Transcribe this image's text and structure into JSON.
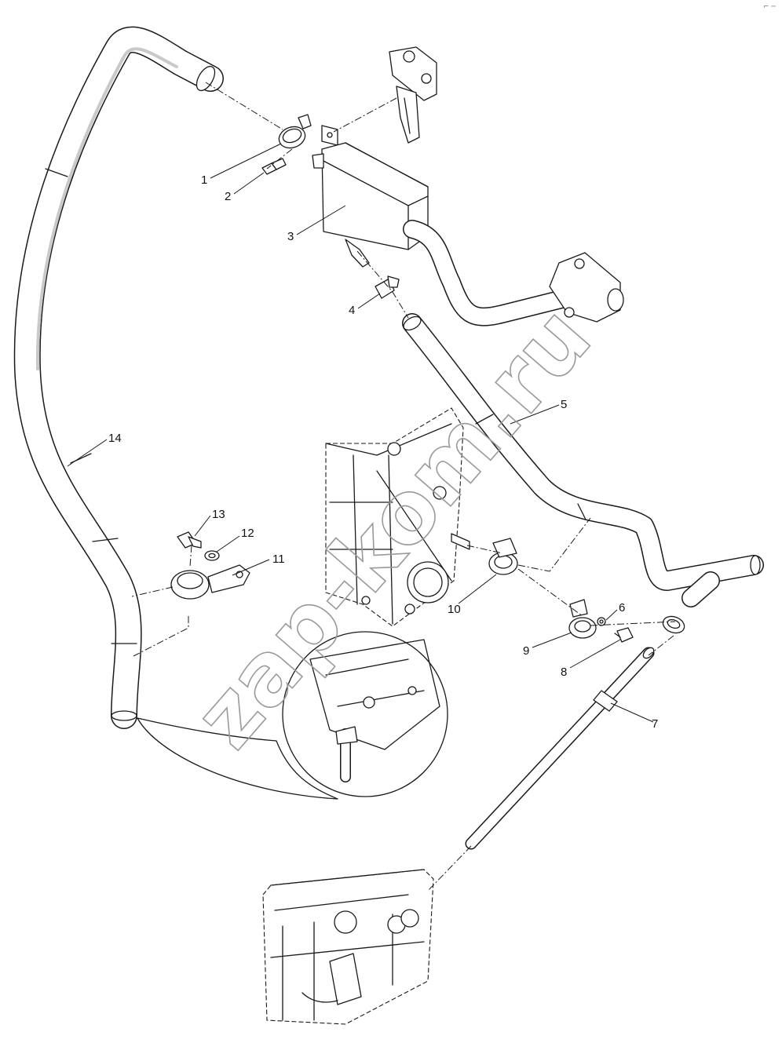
{
  "figure": {
    "kind": "exploded parts diagram",
    "watermark": "zap-kom.ru",
    "corner_mark": "⌐ ─"
  },
  "callouts": [
    {
      "number": "1"
    },
    {
      "number": "2"
    },
    {
      "number": "3"
    },
    {
      "number": "4"
    },
    {
      "number": "5"
    },
    {
      "number": "6"
    },
    {
      "number": "7"
    },
    {
      "number": "8"
    },
    {
      "number": "9"
    },
    {
      "number": "10"
    },
    {
      "number": "11"
    },
    {
      "number": "12"
    },
    {
      "number": "13"
    },
    {
      "number": "14"
    }
  ],
  "colors": {
    "line": "#1a1a1a",
    "background": "#ffffff",
    "watermark": "#9a9a9a"
  }
}
